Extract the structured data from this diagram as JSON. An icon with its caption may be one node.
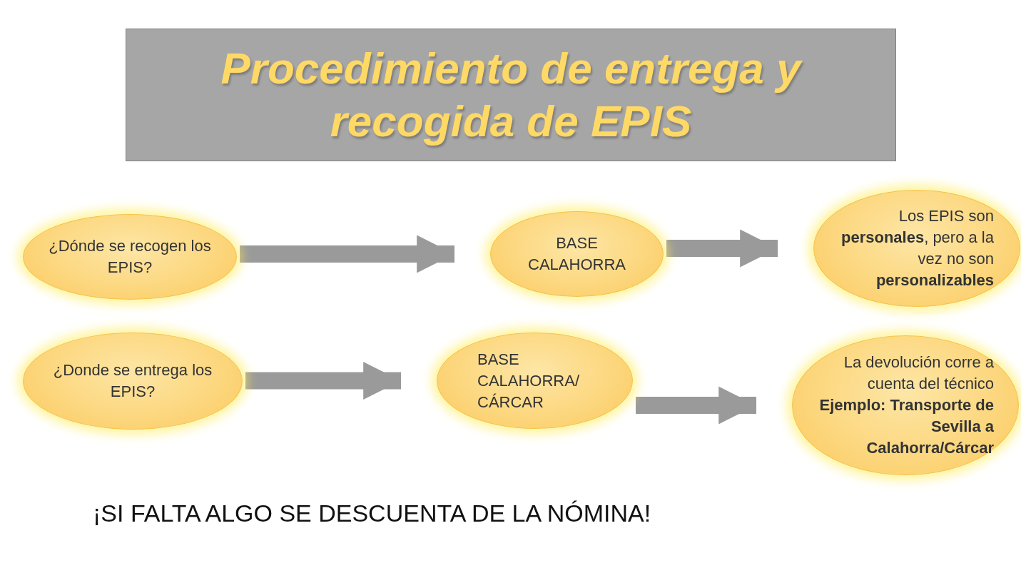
{
  "diagram": {
    "title": "Procedimiento de entrega y recogida de EPIS",
    "nodes": [
      {
        "text": [
          "¿Dónde se recogen los EPIS?"
        ]
      },
      {
        "text": [
          "BASE CALAHORRA"
        ]
      },
      {
        "text": [
          "Los EPIS son **personales**, pero a la vez no son **personalizables**"
        ]
      },
      {
        "text": [
          "¿Donde se entrega los EPIS?"
        ]
      },
      {
        "text": [
          "BASE CALAHORRA/ CÁRCAR"
        ]
      },
      {
        "text": [
          "La devolución corre a cuenta del técnico",
          "Ejemplo: Transporte de Sevilla a Calahorra/Cárcar"
        ]
      }
    ],
    "edges": [
      {
        "from": 0,
        "to": 1,
        "arrow": "to"
      },
      {
        "from": 1,
        "to": 2,
        "arrow": "to"
      },
      {
        "from": 3,
        "to": 4,
        "arrow": "to"
      },
      {
        "from": 4,
        "to": 5,
        "arrow": "to"
      }
    ],
    "labels": [
      "¡SI FALTA ALGO SE DESCUENTA DE LA NÓMINA!"
    ]
  }
}
